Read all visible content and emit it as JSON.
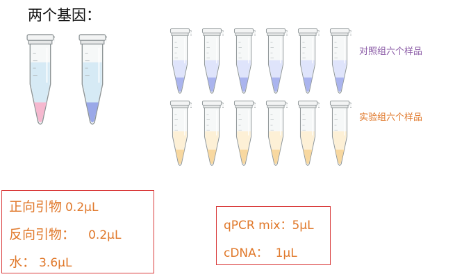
{
  "title": "两个基因：",
  "gene_tubes": [
    {
      "liquid": "#d6eaf5",
      "tip": "#f5b8cf"
    },
    {
      "liquid": "#d6eaf5",
      "tip": "#9aa8e8"
    }
  ],
  "rows": [
    {
      "label": "对照组六个样品",
      "label_color": "#8a5aa6",
      "liquid": "#dfe4fb",
      "tip": "#aab4ee",
      "count": 6
    },
    {
      "label": "实验组六个样品",
      "label_color": "#e0782a",
      "liquid": "#fdf0d6",
      "tip": "#f8d8a0",
      "count": 6
    }
  ],
  "left_box": {
    "lines": [
      {
        "cn": "正向引物",
        "val": "0.2μL"
      },
      {
        "cn": "反向引物：",
        "val": "0.2μL"
      },
      {
        "cn": "水：",
        "val": "3.6μL"
      }
    ]
  },
  "right_box": {
    "lines": [
      {
        "text": "qPCR mix：5μL"
      },
      {
        "text": "cDNA：  1μL"
      }
    ]
  },
  "colors": {
    "box_border": "#d93a3a",
    "box_text": "#e0782a"
  }
}
